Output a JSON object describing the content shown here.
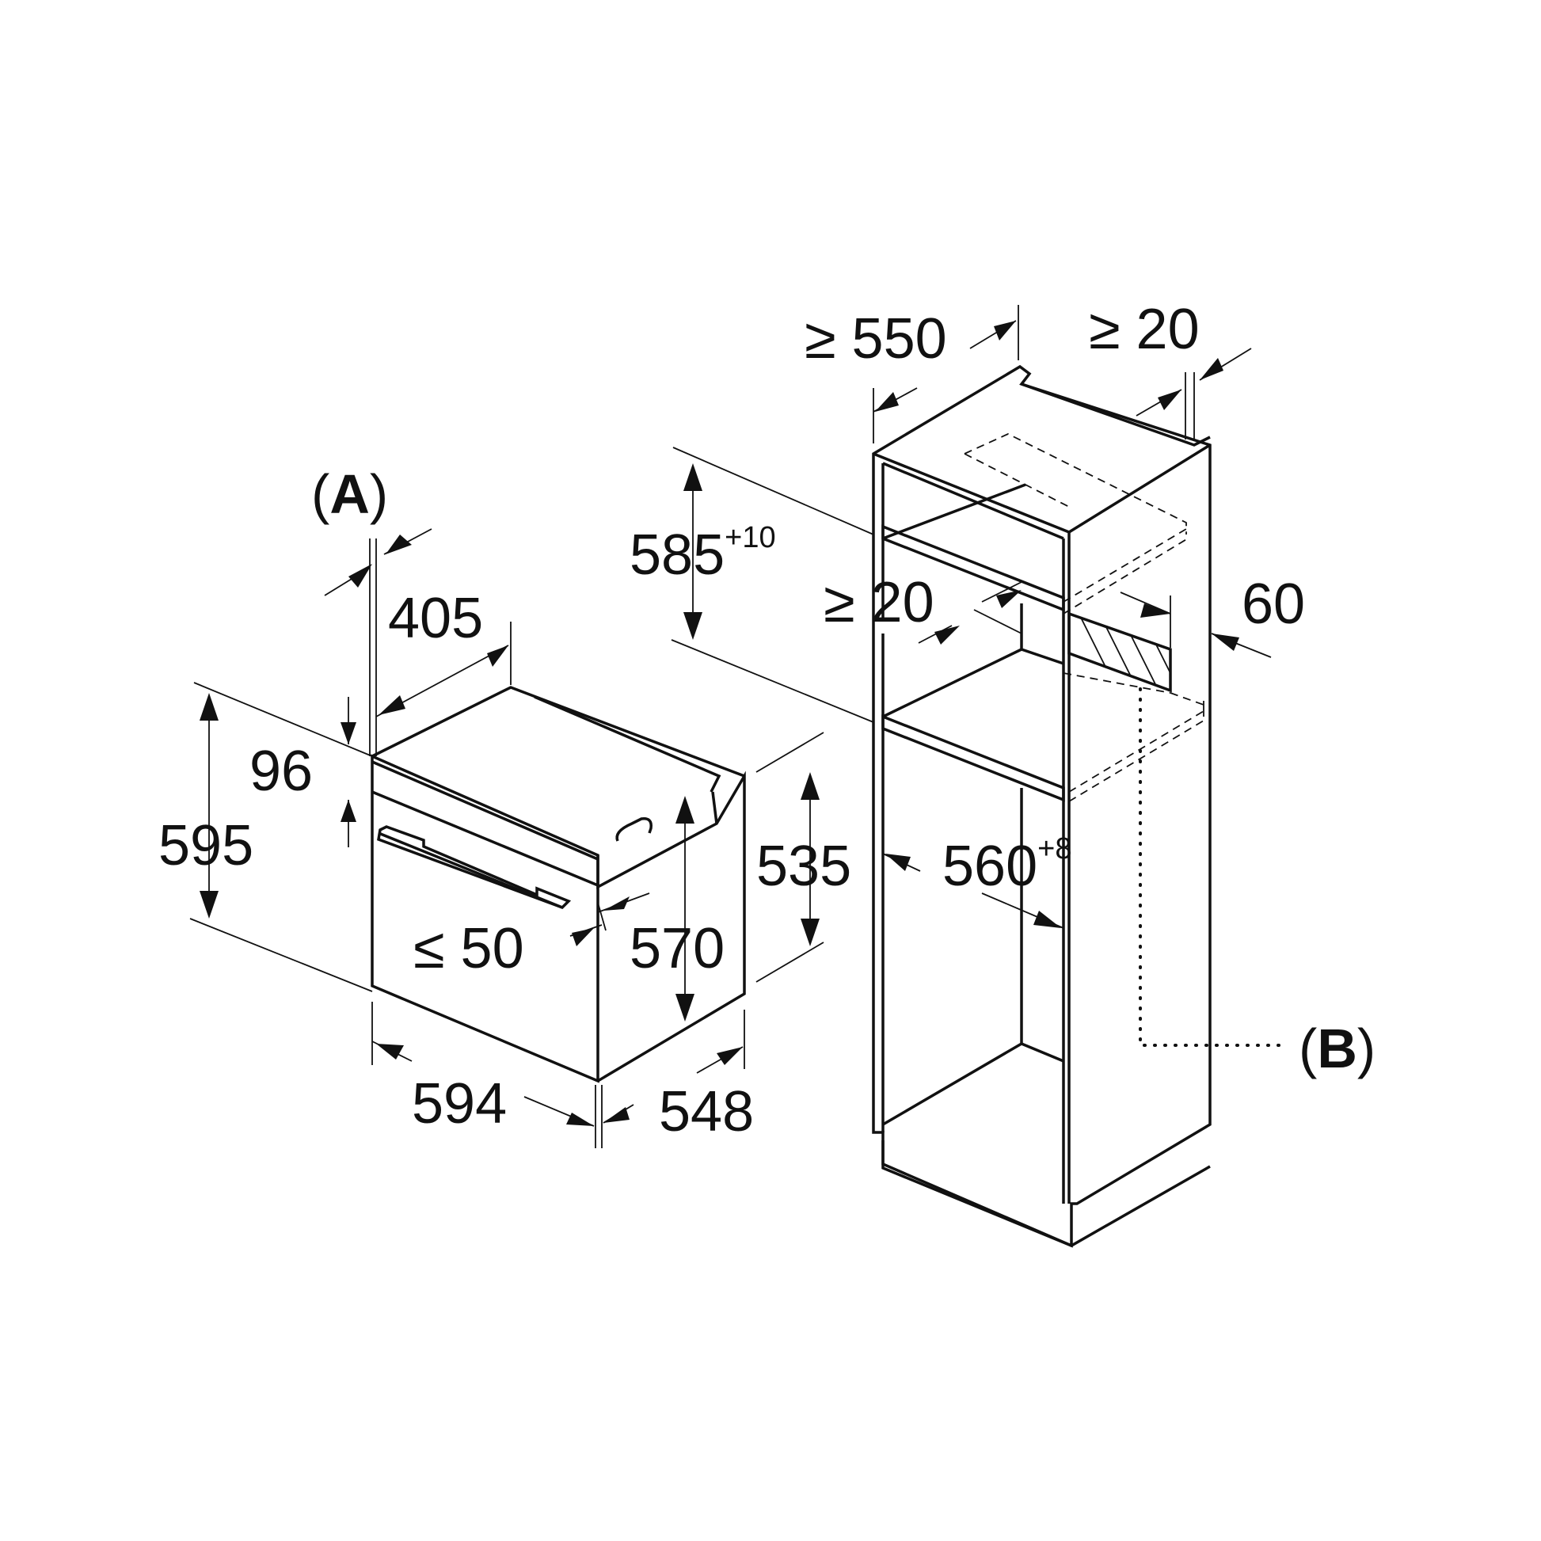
{
  "callouts": {
    "a": {
      "open": "(",
      "letter": "A",
      "close": ")"
    },
    "b": {
      "open": "(",
      "letter": "B",
      "close": ")"
    }
  },
  "oven_dimensions": {
    "d405": "405",
    "d96": "96",
    "d595": "595",
    "d535": "535",
    "d570": "570",
    "d50": "≤ 50",
    "d594": "594",
    "d548": "548"
  },
  "cabinet_dimensions": {
    "d550": "≥ 550",
    "d20_top": "≥ 20",
    "d585": "585",
    "d585_tol": "+10",
    "d20_mid": "≥ 20",
    "d60": "60",
    "d560": "560",
    "d560_tol": "+8"
  }
}
